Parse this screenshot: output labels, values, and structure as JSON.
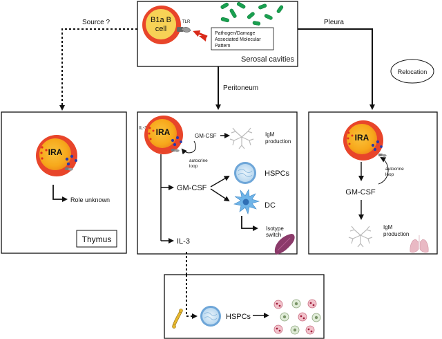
{
  "colors": {
    "ira_outer": "#e8452a",
    "ira_inner": "#f7a81b",
    "b1a_cell_outer": "#e8452a",
    "b1a_cell_inner": "#f7d256",
    "pathogen": "#1aa050",
    "signal_arrow": "#d92a1a",
    "hspc_outer": "#6ea6d8",
    "hspc_inner": "#cfe6f5",
    "dc": "#6fb4e8",
    "spleen": "#8b3a6a",
    "lung": "#e9b9c4",
    "dots_red": "#e0301e",
    "dots_blue": "#2a3aa8"
  },
  "top": {
    "cell_label": "B1a B cell",
    "cell_label_line1": "B1a B",
    "cell_label_line2": "cell",
    "tlr": "TLR",
    "pamp_line1": "Pathogen/Damage",
    "pamp_line2": "Associated Molecular",
    "pamp_line3": "Pattern",
    "caption": "Serosal cavities"
  },
  "routes": {
    "source": "Source ?",
    "pleura": "Pleura",
    "peritoneum": "Peritoneum",
    "relocation": "Relocation"
  },
  "thymus": {
    "ira": "IRA",
    "role": "Role unknown",
    "label": "Thymus"
  },
  "peritoneum": {
    "il3_top": "IL-3",
    "ira": "IRA",
    "gmcsf_small": "GM-CSF",
    "autocrine_line1": "autocrine",
    "autocrine_line2": "loop",
    "igm_line1": "IgM",
    "igm_line2": "production",
    "gmcsf": "GM-CSF",
    "hspcs": "HSPCs",
    "dc": "DC",
    "isotype_line1": "Isotype",
    "isotype_line2": "switch",
    "il3": "IL-3"
  },
  "pleura": {
    "ira": "IRA",
    "autocrine_line1": "autocrine",
    "autocrine_line2": "loop",
    "gmcsf": "GM-CSF",
    "igm_line1": "IgM",
    "igm_line2": "production"
  },
  "bottom": {
    "hspcs": "HSPCs"
  }
}
